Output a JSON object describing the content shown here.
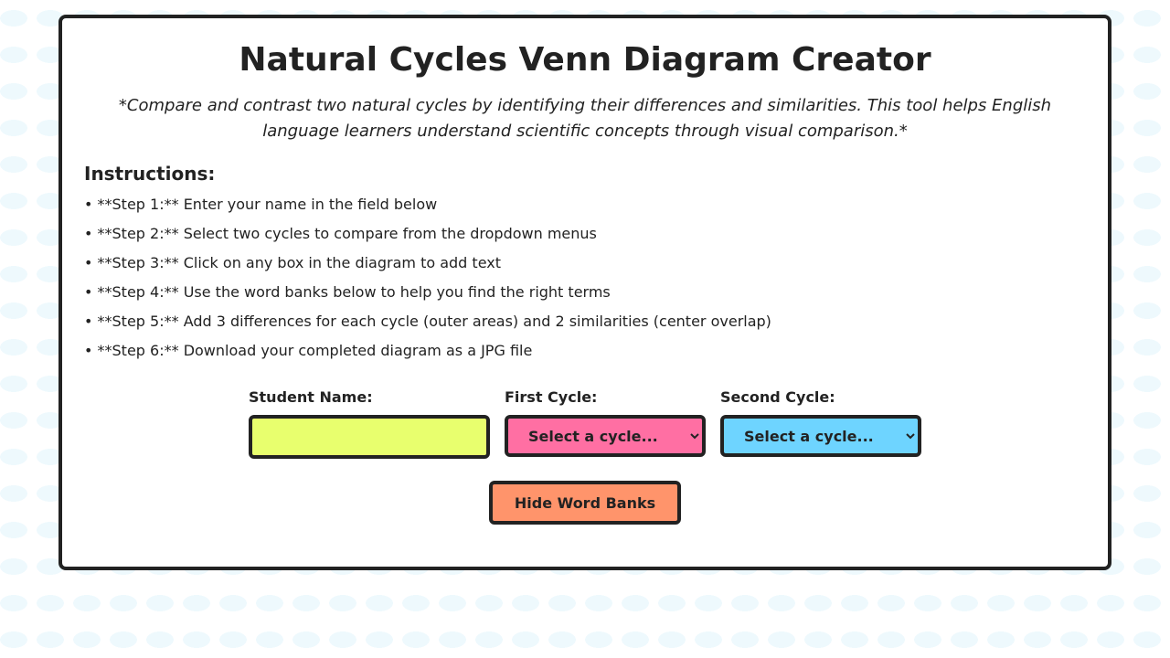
{
  "header": {
    "title": "Natural Cycles Venn Diagram Creator",
    "subtitle": "*Compare and contrast two natural cycles by identifying their differences and similarities. This tool helps English language learners understand scientific concepts through visual comparison.*"
  },
  "instructions": {
    "heading": "Instructions:",
    "steps": [
      "• **Step 1:** Enter your name in the field below",
      "• **Step 2:** Select two cycles to compare from the dropdown menus",
      "• **Step 3:** Click on any box in the diagram to add text",
      "• **Step 4:** Use the word banks below to help you find the right terms",
      "• **Step 5:** Add 3 differences for each cycle (outer areas) and 2 similarities (center overlap)",
      "• **Step 6:** Download your completed diagram as a JPG file"
    ]
  },
  "form": {
    "student_name_label": "Student Name:",
    "student_name_value": "",
    "first_cycle_label": "First Cycle:",
    "first_cycle_selected": "Select a cycle...",
    "second_cycle_label": "Second Cycle:",
    "second_cycle_selected": "Select a cycle..."
  },
  "actions": {
    "toggle_word_banks_label": "Hide Word Banks"
  },
  "colors": {
    "name_field": "#e8ff6e",
    "first_cycle": "#ff6fa3",
    "second_cycle": "#6ed4ff",
    "button": "#ff946b",
    "border": "#222222",
    "background_pattern": "#eef9fd"
  }
}
